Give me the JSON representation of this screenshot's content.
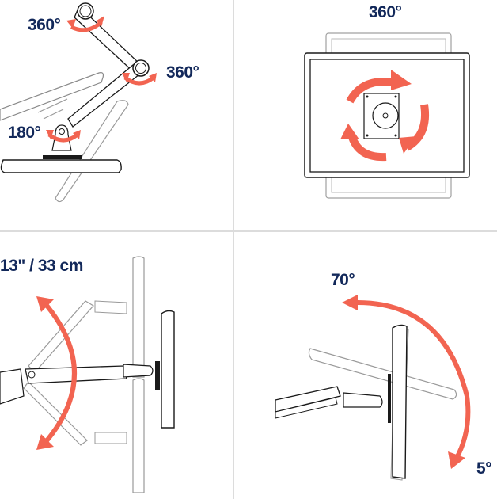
{
  "colors": {
    "label_text": "#12285a",
    "arrow": "#f26451",
    "line_dark": "#1a1a1a",
    "line_light": "#9a9a9a",
    "divider": "#dcdcdc",
    "background": "#ffffff"
  },
  "panels": [
    {
      "id": "arm-rotation",
      "position": "top-left",
      "labels": [
        "360°",
        "360°",
        "180°"
      ]
    },
    {
      "id": "screen-rotation",
      "position": "top-right",
      "labels": [
        "360°"
      ]
    },
    {
      "id": "lift-range",
      "position": "bottom-left",
      "labels": [
        "13\" / 33 cm"
      ]
    },
    {
      "id": "tilt-range",
      "position": "bottom-right",
      "labels": [
        "70°",
        "5°"
      ]
    }
  ]
}
